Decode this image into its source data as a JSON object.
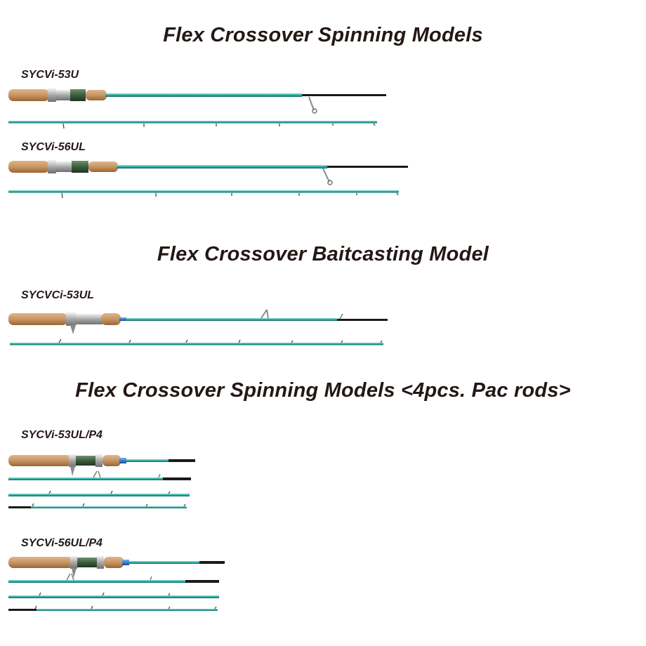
{
  "sections": [
    {
      "title": "Flex Crossover Spinning Models"
    },
    {
      "title": "Flex Crossover Baitcasting Model"
    },
    {
      "title": "Flex Crossover Spinning Models <4pcs. Pac rods>"
    }
  ],
  "models": [
    {
      "name": "SYCVi-53U"
    },
    {
      "name": "SYCVi-56UL"
    },
    {
      "name": "SYCVCi-53UL"
    },
    {
      "name": "SYCVi-53UL/P4"
    },
    {
      "name": "SYCVi-56UL/P4"
    }
  ],
  "colors": {
    "text": "#231815",
    "blank": "#2aa79d",
    "blank_light": "#6fd3c8",
    "cork": "#c79564",
    "cork_dark": "#a26a3c",
    "metal": "#bdbdbd",
    "reel_seat_green": "#3b5d3d",
    "tip_black": "#1a1a1a",
    "ferrule_blue": "#1e6fc2"
  }
}
